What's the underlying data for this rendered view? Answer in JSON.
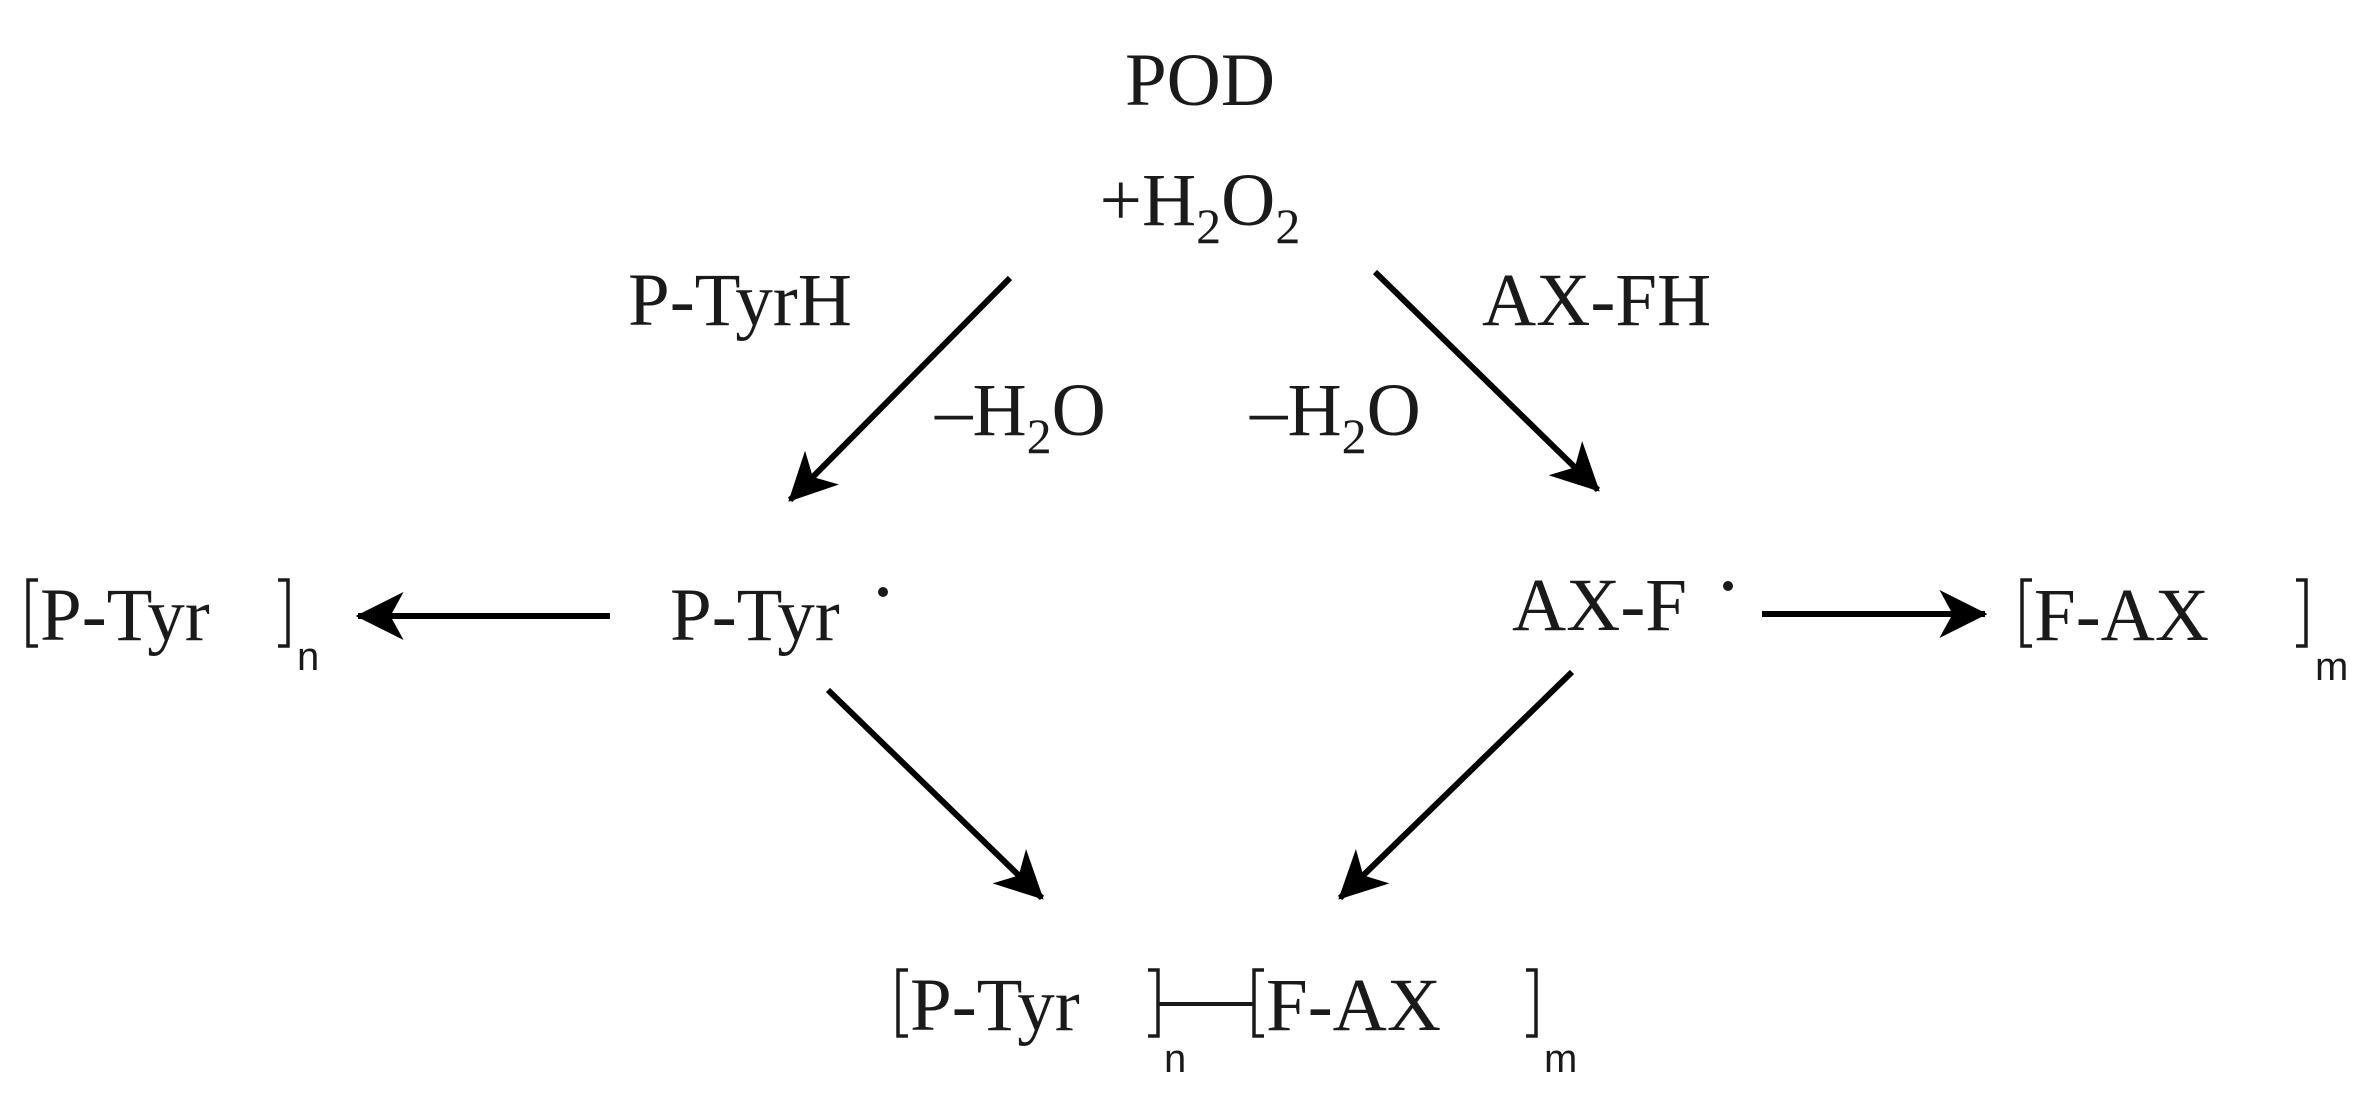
{
  "diagram": {
    "top": {
      "enzyme": "POD",
      "oxidant": {
        "prefix": "+H",
        "sub1": "2",
        "mid": "O",
        "sub2": "2"
      }
    },
    "left_branch": {
      "reactant": "P-TyrH",
      "loss": {
        "prefix": "–H",
        "sub": "2",
        "suffix": "O"
      },
      "radical": "P-Tyr",
      "polymer": {
        "text": "P-Tyr",
        "index": "n"
      }
    },
    "right_branch": {
      "reactant": "AX-FH",
      "loss": {
        "prefix": "–H",
        "sub": "2",
        "suffix": "O"
      },
      "radical": "AX-F",
      "polymer": {
        "text": "F-AX",
        "index": "m"
      }
    },
    "product": {
      "left": {
        "text": "P-Tyr",
        "index": "n"
      },
      "right": {
        "text": "F-AX",
        "index": "m"
      }
    }
  }
}
